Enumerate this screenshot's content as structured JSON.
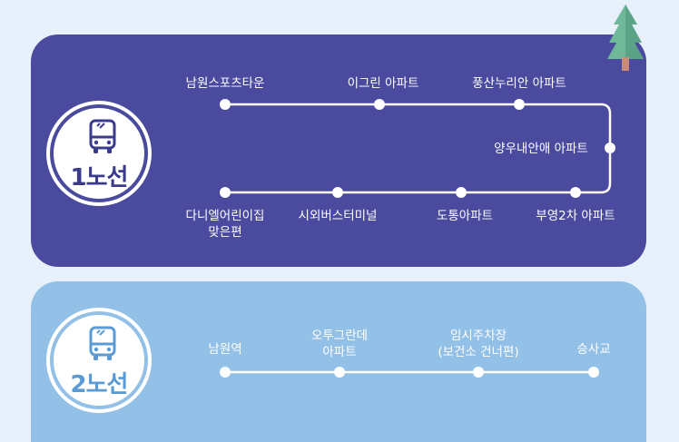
{
  "route1": {
    "label": "1노선",
    "stops": {
      "namwon_sports": "남원스포츠타운",
      "igreen": "이그린 아파트",
      "pungsan": "풍산누리안 아파트",
      "yangwoo": "양우내안애 아파트",
      "buyoung": "부영2차 아파트",
      "dotong": "도통아파트",
      "terminal": "시외버스터미널",
      "daniel_line1": "다니엘어린이집",
      "daniel_line2": "맞은편"
    }
  },
  "route2": {
    "label": "2노선",
    "stops": {
      "namwon_station": "남원역",
      "otu_line1": "오투그란데",
      "otu_line2": "아파트",
      "parking_line1": "임시주차장",
      "parking_line2": "(보건소 건너편)",
      "seungsa": "승사교"
    }
  },
  "colors": {
    "route1_bg": "#4a4a9e",
    "route2_bg": "#93c0e6",
    "page_bg": "#e8f1fb",
    "tree": "#6fb89a",
    "trunk": "#c98a7a"
  },
  "icons": [
    "bus-icon",
    "tree-icon"
  ]
}
